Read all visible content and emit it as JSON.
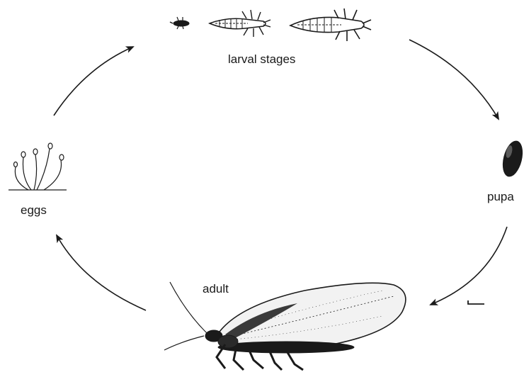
{
  "labels": {
    "larval": "larval stages",
    "pupa": "pupa",
    "eggs": "eggs",
    "adult": "adult"
  },
  "stages": [
    {
      "id": "eggs",
      "icon": "eggs-on-stalks-icon"
    },
    {
      "id": "larva",
      "icon": "larva-icon"
    },
    {
      "id": "pupa",
      "icon": "pupa-icon"
    },
    {
      "id": "adult",
      "icon": "lacewing-adult-icon"
    }
  ],
  "colors": {
    "ink": "#1a1a1a",
    "background": "#ffffff"
  }
}
